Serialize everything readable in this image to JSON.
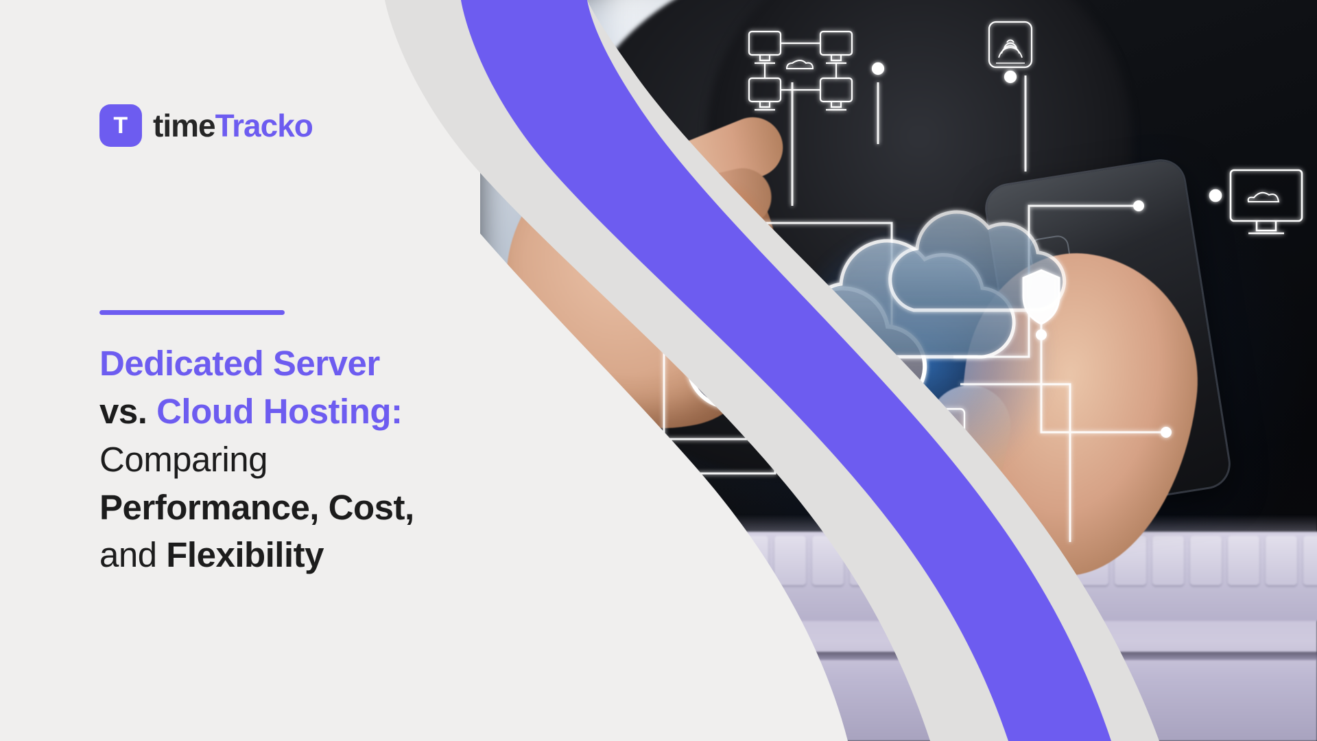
{
  "brand": {
    "mark_letter": "T",
    "name_part1": "time",
    "name_part2": "Tracko",
    "accent_color": "#6d5cf0",
    "dark_color": "#262626",
    "background_color": "#f0efee"
  },
  "headline": {
    "line1": "Dedicated Server",
    "line2_a": "vs.",
    "line2_b": "Cloud Hosting:",
    "line3": "Comparing",
    "line4": "Performance, Cost,",
    "line5_a": "and",
    "line5_b": "Flexibility",
    "full_text": "Dedicated Server vs. Cloud Hosting: Comparing Performance, Cost, and Flexibility"
  },
  "decor": {
    "divider_color": "#6d5cf0",
    "swoosh_purple": "#6d5cf0",
    "swoosh_gray": "#e0dfdf"
  },
  "photo": {
    "description": "Man in black t-shirt touching a glowing holographic cloud-computing interface while holding a smartphone above a white keyboard",
    "icons": [
      "network-diagram-icon",
      "fingerprint-scanner-icon",
      "monitor-cloud-icon",
      "gears-icon",
      "shield-icon",
      "globe-clock-icon",
      "folder-icon",
      "database-cylinder-icon",
      "cloud-upload-icon",
      "cloud-icon"
    ]
  }
}
